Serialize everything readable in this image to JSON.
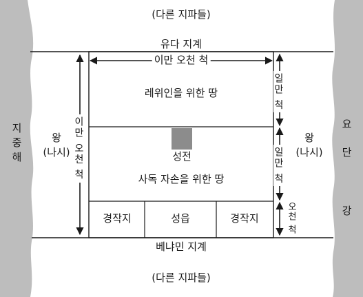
{
  "labels": {
    "north_other_tribes": "(다른 지파들)",
    "south_other_tribes": "(다른 지파들)",
    "judah_border": "유다 지계",
    "benjamin_border": "베냐민 지계",
    "mediterranean": "지중해",
    "jordan_river": "요단 강",
    "prince_west": "왕\n(나시)",
    "prince_east": "왕\n(나시)",
    "levites_area": "레위인을 위한 땅",
    "sanctuary": "성전",
    "priests_area": "사독 자손을 위한 땅",
    "farmland_west": "경작지",
    "city": "성읍",
    "farmland_east": "경작지"
  },
  "measurements": {
    "width_top": "이만 오천 척",
    "height_left": "이만 오천 척",
    "right_upper": "일만 척",
    "right_middle": "일만 척",
    "right_lower": "오천 척"
  },
  "colors": {
    "sea": "#bdbdbd",
    "sanctuary": "#8c8c8c",
    "line": "#1a1a1a"
  }
}
